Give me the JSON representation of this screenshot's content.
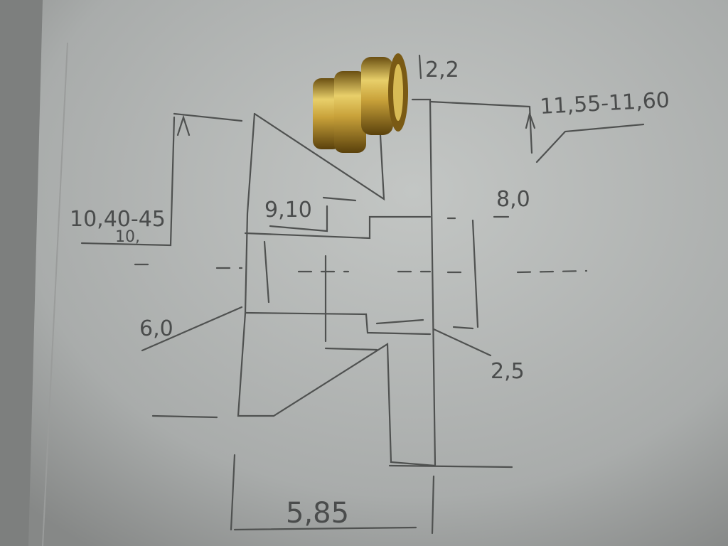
{
  "dimensions": {
    "top_gap": "2,2",
    "outer_diameter": "11,55-11,60",
    "left_diameter": "10,40-45",
    "left_diameter_sub": "10,",
    "inner_diameter": "9,10",
    "right_diameter": "8,0",
    "bore_diameter": "6,0",
    "step_width": "2,5",
    "total_length": "5,85"
  },
  "colors": {
    "paper": "#b9bcba",
    "pencil": "#4f5150",
    "brass": "#c9a23a"
  }
}
